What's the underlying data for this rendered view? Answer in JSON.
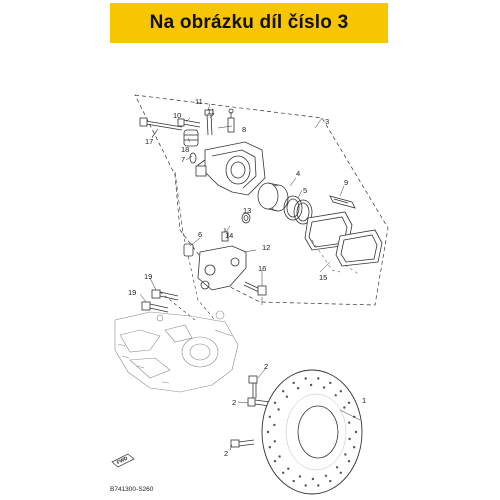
{
  "header": {
    "title": "Na obrázku díl číslo 3",
    "background_color": "#f7c600"
  },
  "diagram": {
    "callouts": {
      "c1": "1",
      "c2a": "2",
      "c2b": "2",
      "c2c": "2",
      "c3": "3",
      "c4": "4",
      "c5": "5",
      "c6": "6",
      "c7": "7",
      "c8": "8",
      "c9": "9",
      "c10": "10",
      "c11a": "11",
      "c11b": "11",
      "c12": "12",
      "c13": "13",
      "c14": "14",
      "c15": "15",
      "c16": "16",
      "c17": "17",
      "c18": "18",
      "c19a": "19",
      "c19b": "19"
    },
    "direction_tag": "FWD",
    "drawing_code": "B741300-S260"
  }
}
